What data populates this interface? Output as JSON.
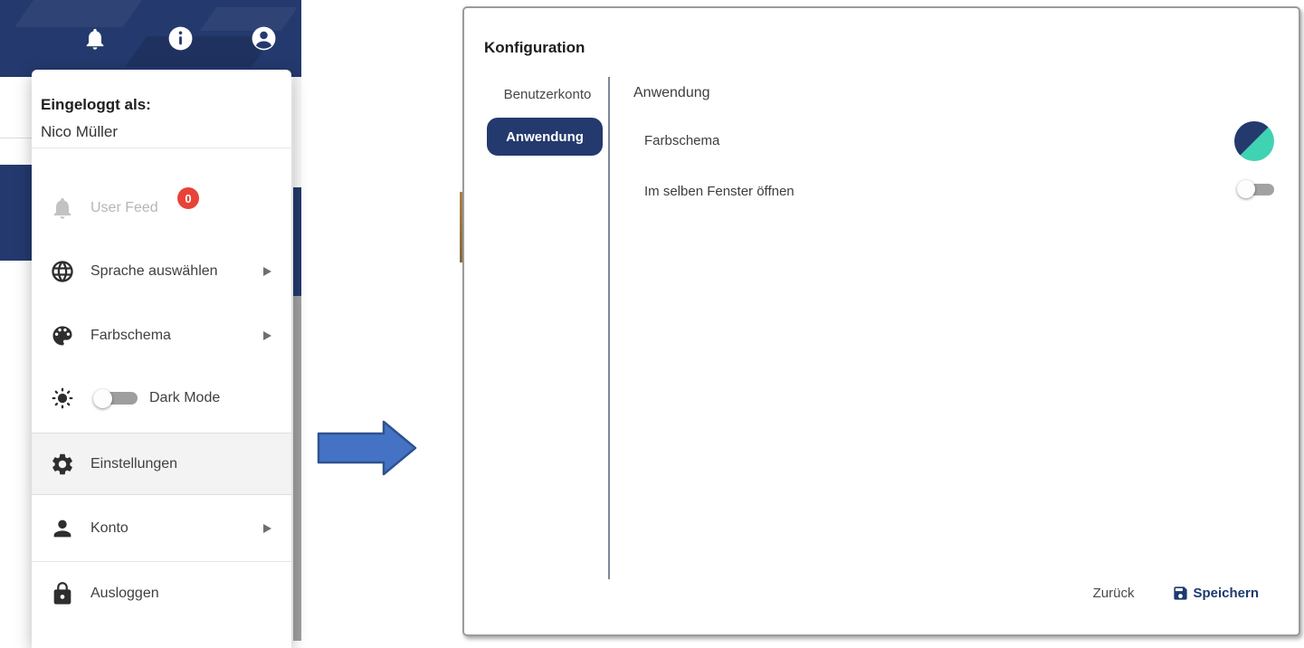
{
  "header": {
    "icons": [
      {
        "name": "notifications"
      },
      {
        "name": "info"
      },
      {
        "name": "account"
      }
    ]
  },
  "user_menu": {
    "logged_in_label": "Eingeloggt als:",
    "user_name": "Nico Müller",
    "items": [
      {
        "label": "User Feed",
        "icon": "bell",
        "badge": "0",
        "disabled": true
      },
      {
        "label": "Sprache auswählen",
        "icon": "globe",
        "submenu": true
      },
      {
        "label": "Farbschema",
        "icon": "palette",
        "submenu": true
      },
      {
        "label": "Dark Mode",
        "icon": "brightness",
        "toggle_state": "off"
      },
      {
        "label": "Einstellungen",
        "icon": "gear",
        "highlighted": true
      },
      {
        "label": "Konto",
        "icon": "person",
        "submenu": true
      },
      {
        "label": "Ausloggen",
        "icon": "lock"
      }
    ]
  },
  "dialog": {
    "title": "Konfiguration",
    "tabs": [
      {
        "label": "Benutzerkonto",
        "active": false
      },
      {
        "label": "Anwendung",
        "active": true
      }
    ],
    "section_title": "Anwendung",
    "rows": [
      {
        "label": "Farbschema",
        "control": "theme-color-circle"
      },
      {
        "label": "Im selben Fenster öffnen",
        "control": "toggle",
        "toggle_state": "off"
      }
    ],
    "footer": {
      "back_label": "Zurück",
      "save_label": "Speichern"
    }
  },
  "colors": {
    "navy": "#24396d",
    "teal": "#3fd2b3",
    "badge_red": "#e84338",
    "arrow_fill": "#4472c4",
    "arrow_stroke": "#2f528f"
  }
}
